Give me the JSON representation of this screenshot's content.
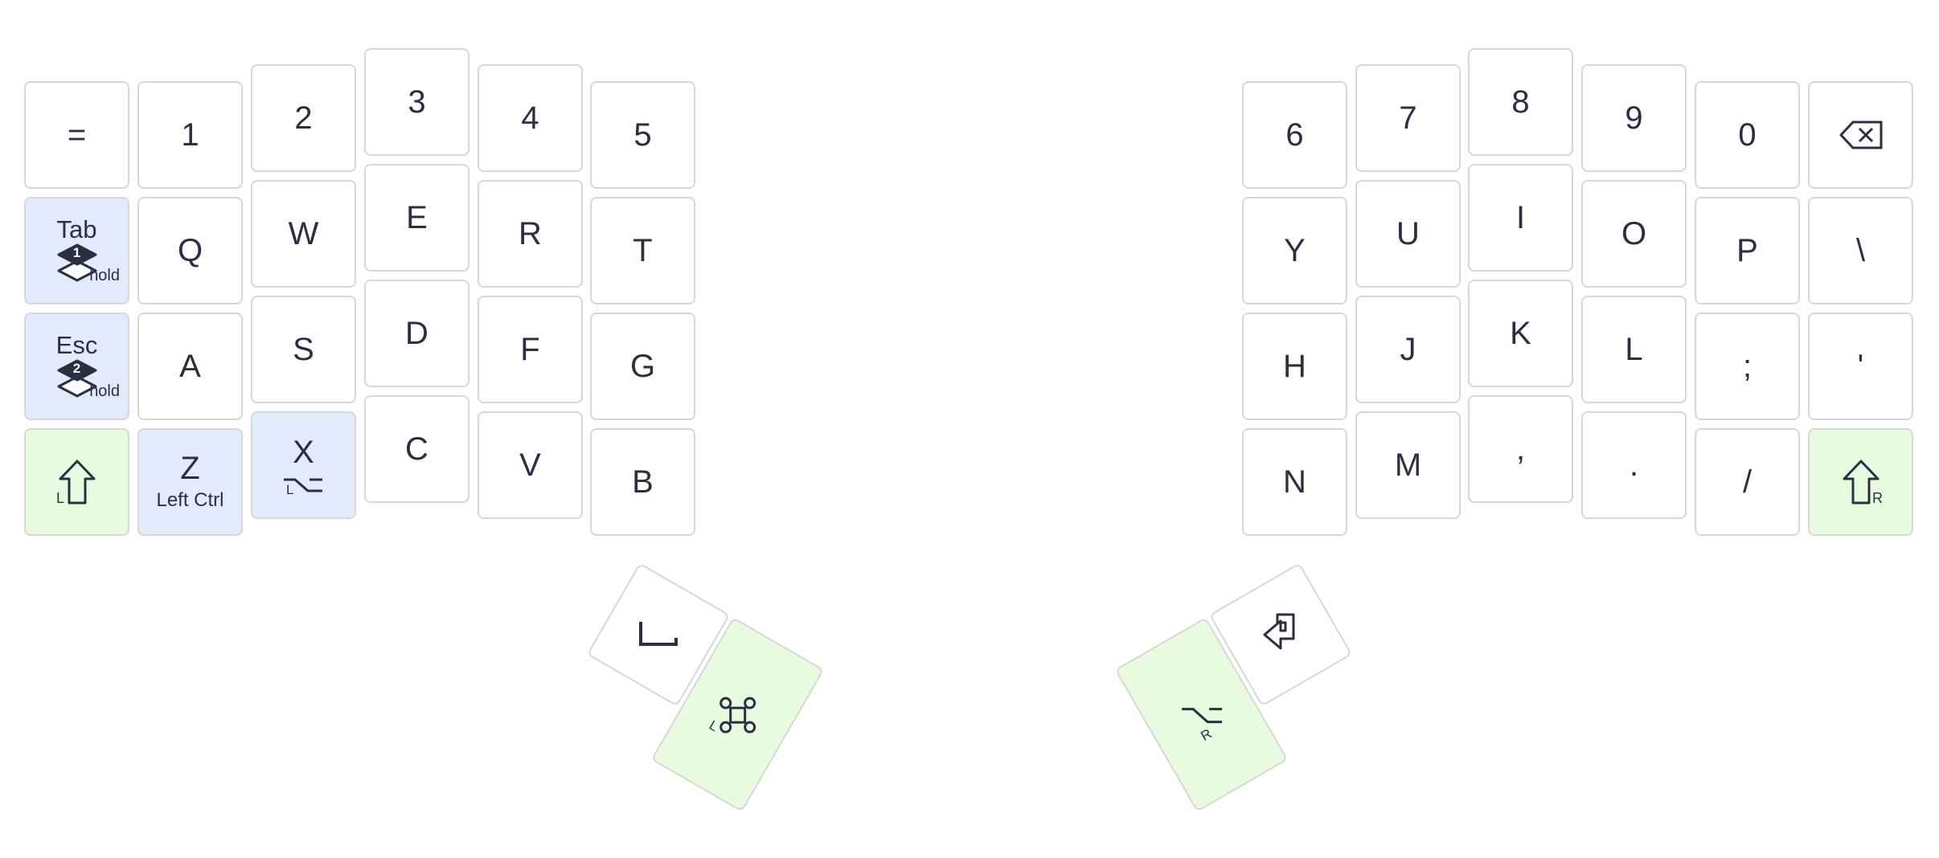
{
  "left_half": {
    "number_row": [
      "=",
      "1",
      "2",
      "3",
      "4",
      "5"
    ],
    "top_row": {
      "tab": {
        "label": "Tab",
        "layer": "1",
        "hold": "hold"
      },
      "letters": [
        "Q",
        "W",
        "E",
        "R",
        "T"
      ]
    },
    "home_row": {
      "esc": {
        "label": "Esc",
        "layer": "2",
        "hold": "hold"
      },
      "letters": [
        "A",
        "S",
        "D",
        "F",
        "G"
      ]
    },
    "bottom_row": {
      "shift": {
        "side": "L",
        "icon": "shift-arrow-icon"
      },
      "z": {
        "label": "Z",
        "sub": "Left Ctrl"
      },
      "x": {
        "label": "X",
        "side": "L",
        "icon": "option-icon"
      },
      "letters": [
        "C",
        "V",
        "B"
      ]
    },
    "thumbs": {
      "space": {
        "icon": "space-bracket-icon"
      },
      "command": {
        "side": "L",
        "icon": "command-icon"
      }
    }
  },
  "right_half": {
    "number_row": [
      "6",
      "7",
      "8",
      "9",
      "0"
    ],
    "backspace_icon": "backspace-icon",
    "top_row": [
      "Y",
      "U",
      "I",
      "O",
      "P",
      "\\"
    ],
    "home_row": [
      "H",
      "J",
      "K",
      "L",
      ";",
      "'"
    ],
    "bottom_row": {
      "letters": [
        "N",
        "M",
        ",",
        ".",
        "/"
      ],
      "shift": {
        "side": "R",
        "icon": "shift-arrow-icon"
      }
    },
    "thumbs": {
      "enter": {
        "icon": "enter-arrow-icon"
      },
      "option": {
        "side": "R",
        "icon": "option-icon"
      }
    }
  },
  "colors": {
    "key_border": "#d7d7d7",
    "modifier_blue": "#e2ebfc",
    "shift_green": "#e8fbdf",
    "text": "#2a2f42"
  }
}
